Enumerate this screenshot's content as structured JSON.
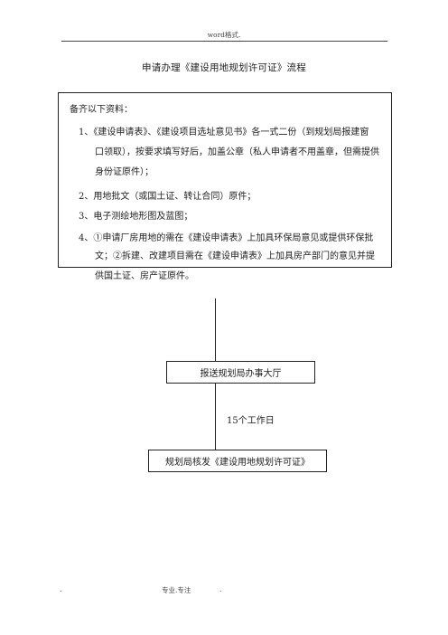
{
  "header": {
    "text": "word格式."
  },
  "document": {
    "title": "申请办理《建设用地规划许可证》流程"
  },
  "requirements": {
    "intro": "备齐以下资料：",
    "lines": [
      "1、《建设申请表》、《建设项目选址意见书》各一式二份（到规划局报建窗",
      "口领取），按要求填写好后，加盖公章（私人申请者不用盖章，但需提供",
      "身份证原件）；",
      "2、用地批文（或国土证、转让合同）原件；",
      "3、电子测绘地形图及蓝图；",
      "4、①申请厂房用地的需在《建设申请表》上加具环保局意见或提供环保批",
      "文；②拆建、改建项目需在《建设申请表》上加具房产部门的意见并提",
      "供国土证、房产证原件。"
    ]
  },
  "flow": {
    "step1": "报送规划局办事大厅",
    "duration": "15个工作日",
    "step2": "规划局核发《建设用地规划许可证》"
  },
  "footer": {
    "left_mark": ".",
    "center": "专业.专注",
    "right_mark": "."
  }
}
